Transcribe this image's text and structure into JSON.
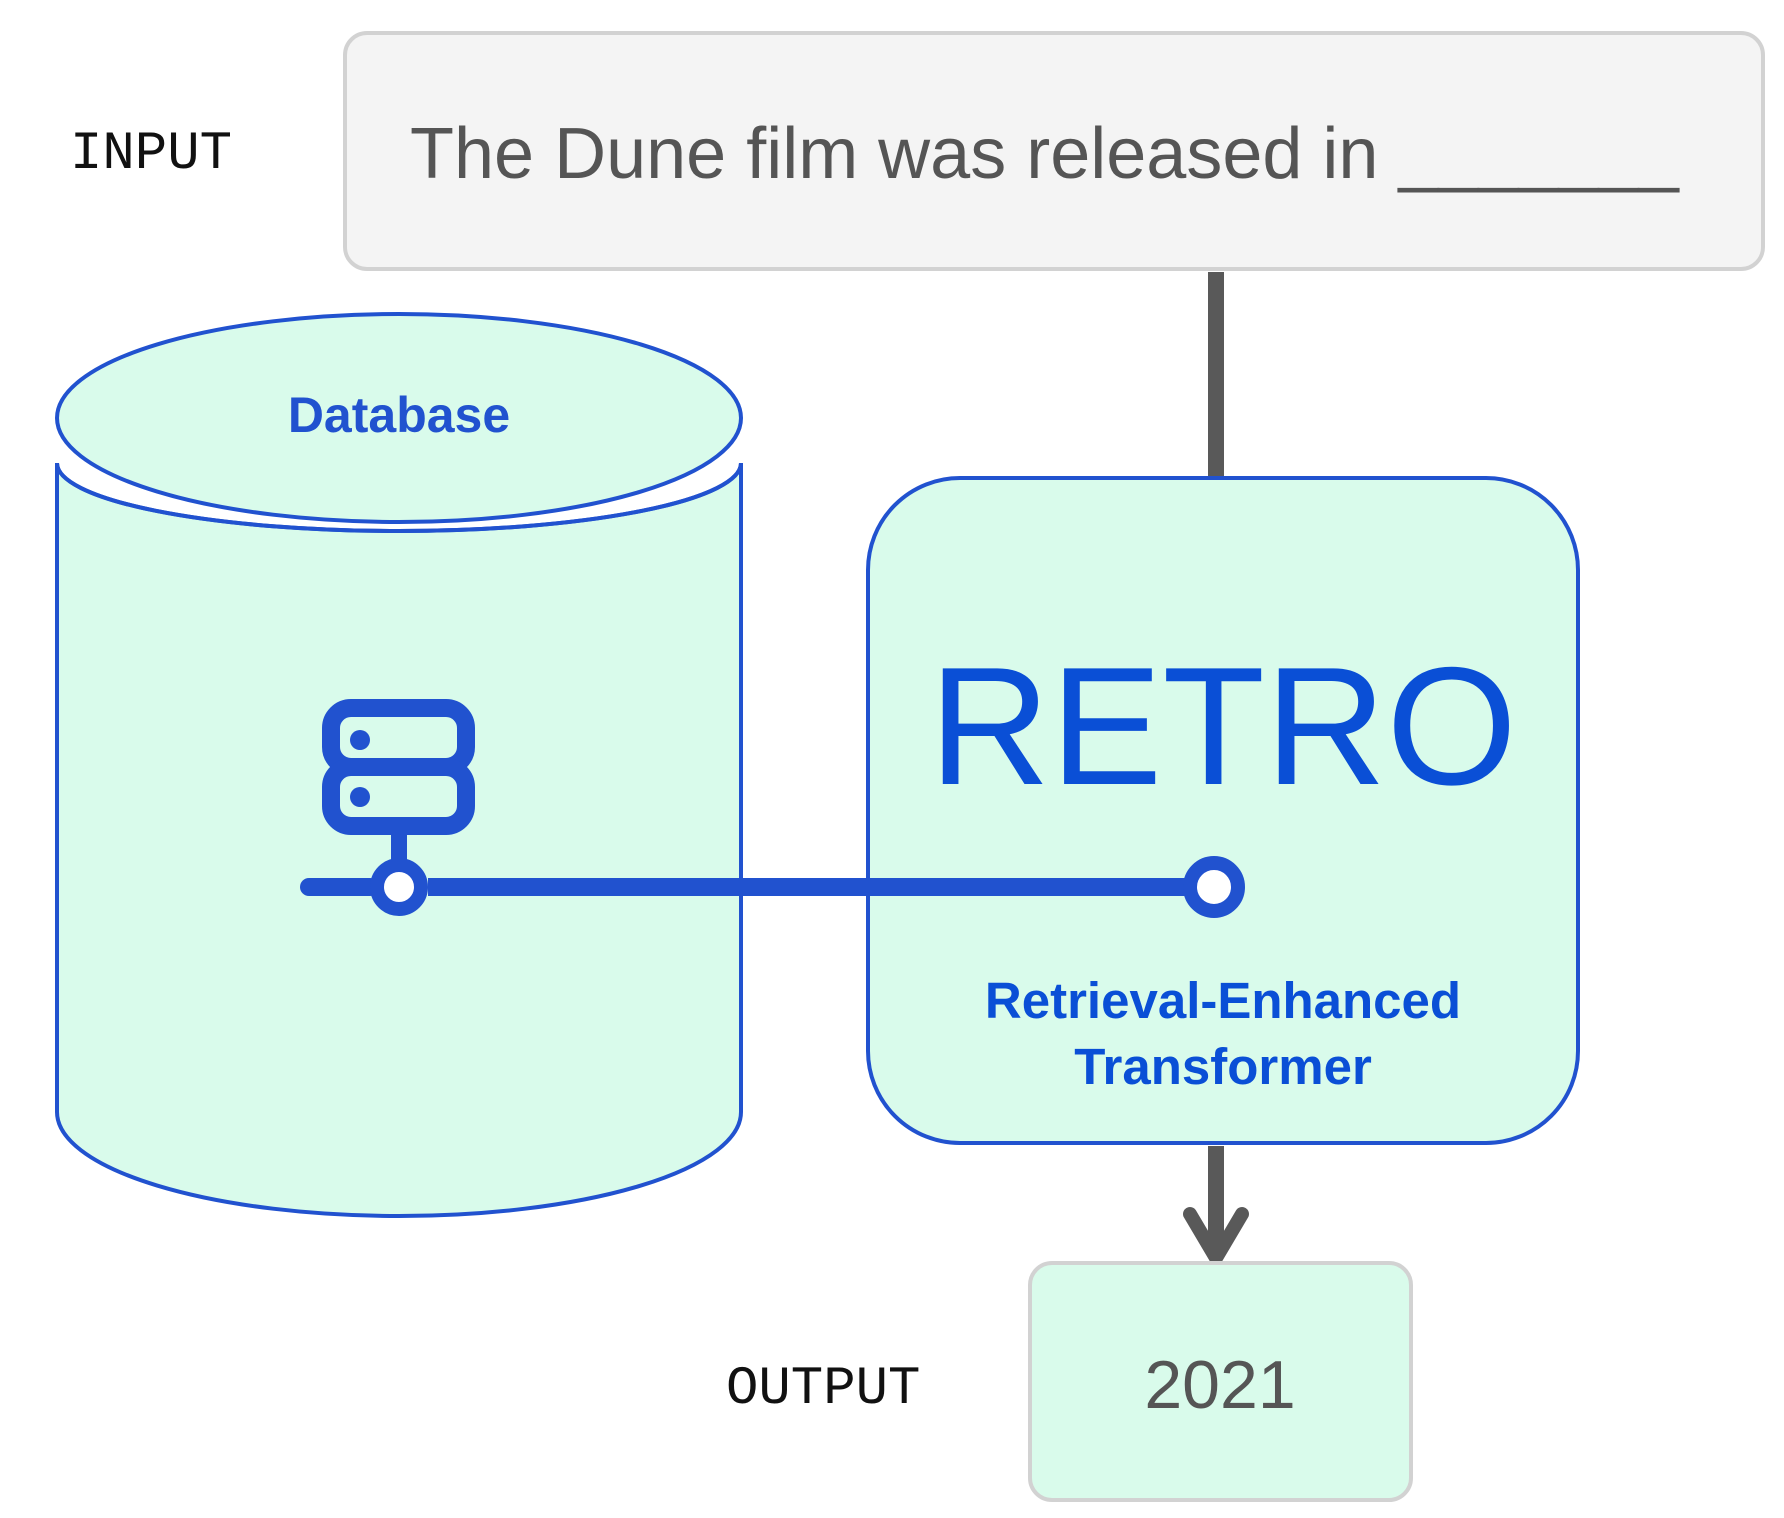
{
  "input": {
    "label": "INPUT",
    "prompt_text": "The Dune film was released in _______"
  },
  "database": {
    "label": "Database",
    "icon": "server-network-icon"
  },
  "model": {
    "name": "RETRO",
    "subtitle_line1": "Retrieval-Enhanced",
    "subtitle_line2": "Transformer"
  },
  "output": {
    "label": "OUTPUT",
    "value": "2021"
  },
  "colors": {
    "blue_stroke": "#2152cf",
    "blue_text": "#0a4fd6",
    "mint_fill": "#d9fbeb",
    "input_fill": "#f4f4f4",
    "input_stroke": "#d2d2d2",
    "arrow_gray": "#595959",
    "text_gray": "#555555"
  }
}
